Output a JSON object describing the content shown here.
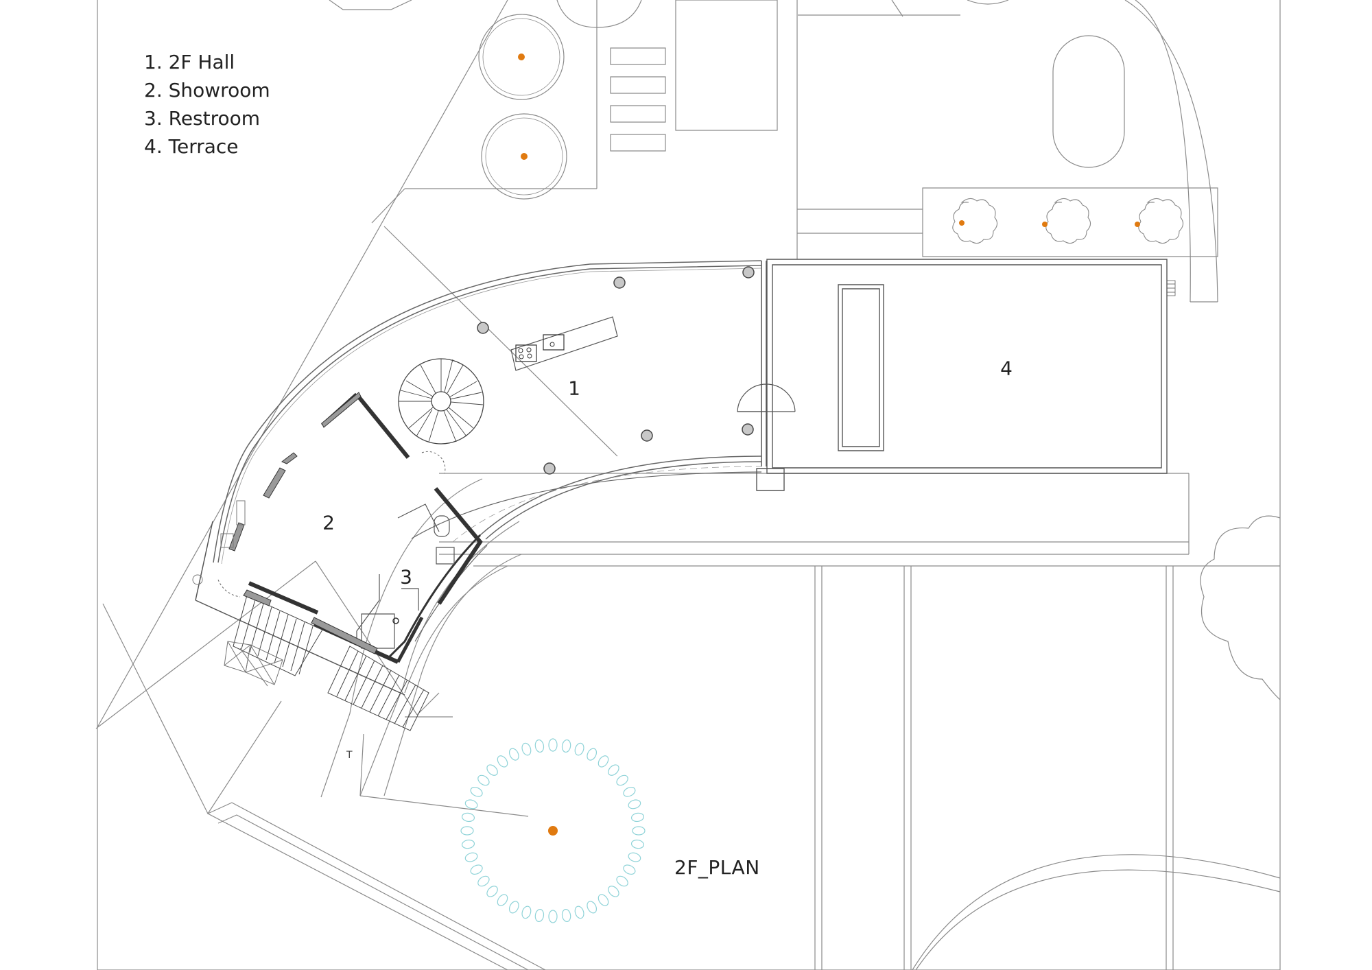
{
  "legend": {
    "items": [
      "1. 2F Hall",
      "2. Showroom",
      "3. Restroom",
      "4. Terrace"
    ]
  },
  "rooms": {
    "hall": "1",
    "showroom": "2",
    "restroom": "3",
    "terrace": "4"
  },
  "title": "2F_PLAN",
  "colors": {
    "line": "#8a8a8a",
    "wall": "#333333",
    "wall_fill": "#9a9a9a",
    "column": "#c8c8c8",
    "tree_dot": "#e07a10",
    "shrub_ring": "#8fd3d8"
  }
}
